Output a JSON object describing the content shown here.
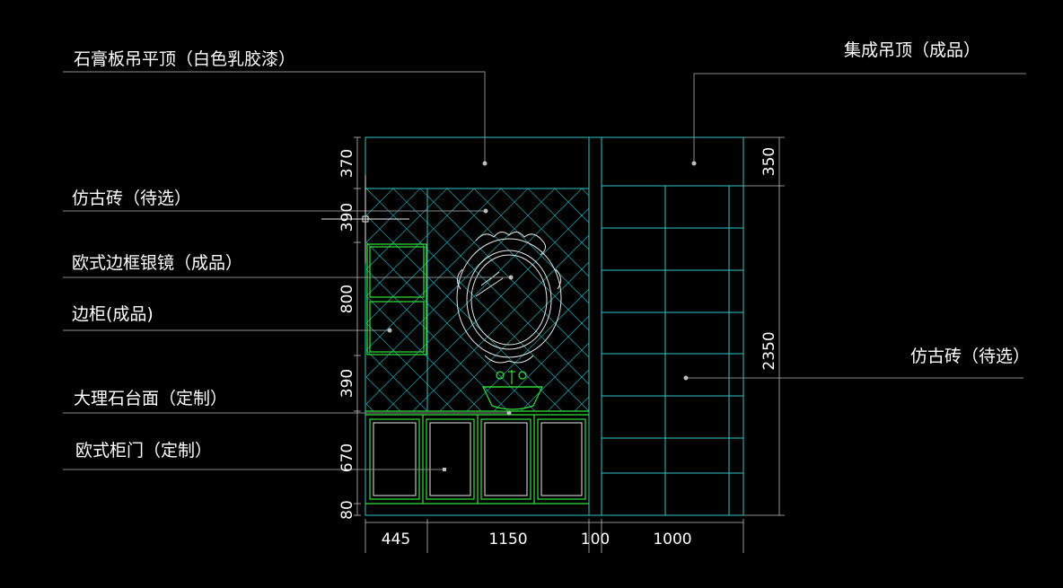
{
  "labels": {
    "ceiling_left": "石膏板吊平顶（白色乳胶漆）",
    "ceiling_right": "集成吊顶（成品）",
    "tile_left": "仿古砖（待选）",
    "mirror": "欧式边框银镜（成品）",
    "side_cabinet": "边柜(成品)",
    "countertop": "大理石台面（定制）",
    "cabinet_door": "欧式柜门（定制）",
    "tile_right": "仿古砖（待选）"
  },
  "dimensions": {
    "left": [
      "370",
      "390",
      "800",
      "390",
      "670",
      "80"
    ],
    "right": [
      "350",
      "2350"
    ],
    "bottom": [
      "445",
      "1150",
      "100",
      "1000"
    ]
  },
  "colors": {
    "background": "#000000",
    "text": "#ffffff",
    "outline": "#2fc7c9",
    "furniture": "#33e23a",
    "leader": "#8a8a8a"
  }
}
